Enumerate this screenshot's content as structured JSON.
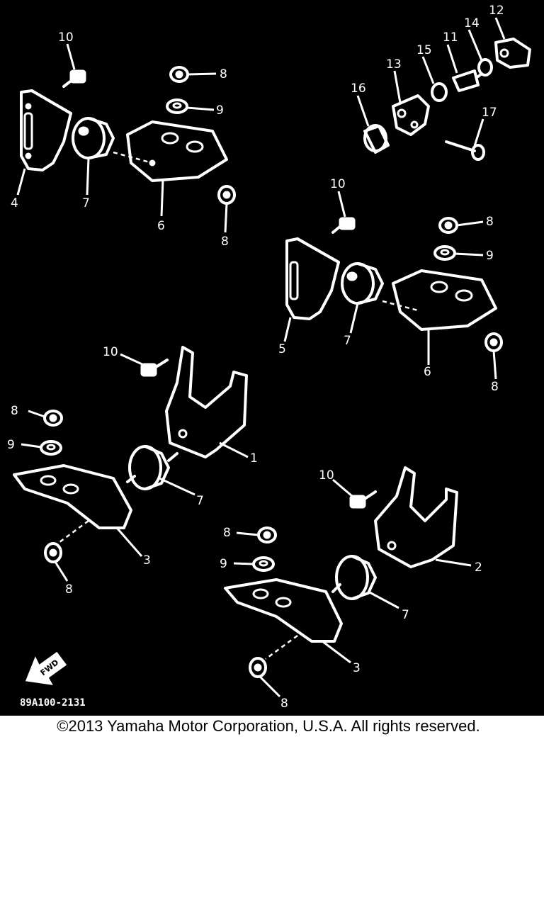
{
  "diagram": {
    "part_numbers": {
      "n1": "1",
      "n2": "2",
      "n3": "3",
      "n4": "4",
      "n5": "5",
      "n6": "6",
      "n7": "7",
      "n8": "8",
      "n9": "9",
      "n10": "10",
      "n11": "11",
      "n12": "12",
      "n13": "13",
      "n14": "14",
      "n15": "15",
      "n16": "16",
      "n17": "17"
    },
    "fwd_label": "FWD",
    "drawing_code": "89A100-2131",
    "background_color": "#000000",
    "line_color": "#ffffff"
  },
  "footer": {
    "copyright": "©2013 Yamaha Motor Corporation, U.S.A. All rights reserved."
  }
}
